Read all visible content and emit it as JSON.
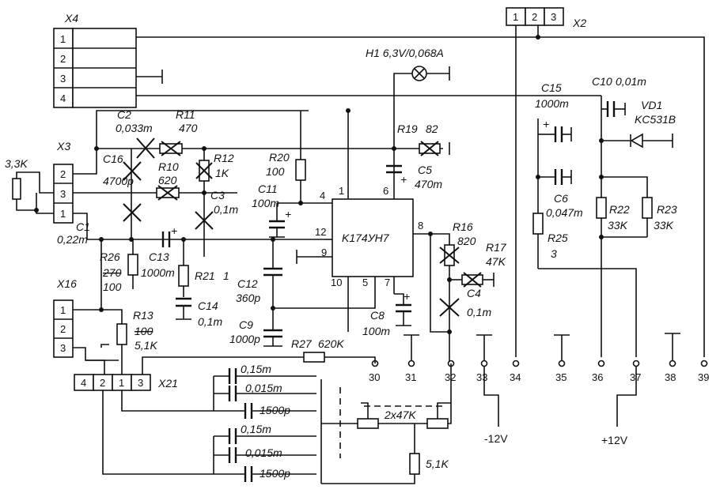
{
  "connectors": {
    "x4": {
      "name": "X4",
      "pins": [
        "1",
        "2",
        "3",
        "4"
      ]
    },
    "x3": {
      "name": "X3",
      "pins": [
        "2",
        "3",
        "1"
      ]
    },
    "x16": {
      "name": "X16",
      "pins": [
        "1",
        "2",
        "3"
      ]
    },
    "x21": {
      "name": "X21",
      "pins": [
        "4",
        "2",
        "1",
        "3"
      ]
    },
    "x2": {
      "name": "X2",
      "pins": [
        "1",
        "2",
        "3"
      ]
    }
  },
  "ic": {
    "name": "K174УН7",
    "pins": {
      "p1": "1",
      "p4": "4",
      "p6": "6",
      "p8": "8",
      "p9": "9",
      "p10": "10",
      "p12": "12",
      "p5": "5",
      "p7": "7"
    }
  },
  "lamp": {
    "label": "H1 6,3V/0,068A"
  },
  "components": {
    "r_ext": "3,3K",
    "c1": "C1",
    "c1_val": "0,22m",
    "c2": "C2",
    "c2_val": "0,033m",
    "r11": "R11",
    "r11_val": "470",
    "c16": "C16",
    "c16_val": "4700p",
    "r10": "R10",
    "r10_val": "620",
    "r12": "R12",
    "r12_val": "1K",
    "c3": "C3",
    "c3_val": "0,1m",
    "r20": "R20",
    "r20_val": "100",
    "c11": "C11",
    "c11_val": "100m",
    "r19": "R19",
    "r19_val": "82",
    "c5": "C5",
    "c5_val": "470m",
    "r26": "R26",
    "r26_val_struck": "270",
    "r26_val": "100",
    "c13": "C13",
    "c13_val": "1000m",
    "r21": "R21",
    "r21_val": "1",
    "c14": "C14",
    "c14_val": "0,1m",
    "c12": "C12",
    "c12_val": "360p",
    "c9": "C9",
    "c9_val": "1000p",
    "r13": "R13",
    "r13_val_struck": "100",
    "r13_val": "5,1K",
    "r27": "R27",
    "r27_val": "620K",
    "c8": "C8",
    "c8_val": "100m",
    "r16": "R16",
    "r16_val": "820",
    "r17": "R17",
    "r17_val": "47K",
    "c4": "C4",
    "c4_val": "0,1m",
    "c15": "C15",
    "c15_val": "1000m",
    "c10": "C10",
    "c10_val": "0,01m",
    "vd1": "VD1",
    "vd1_val": "KC531B",
    "c6": "C6",
    "c6_val": "0,047m",
    "r22": "R22",
    "r22_val": "33K",
    "r23": "R23",
    "r23_val": "33K",
    "r25": "R25",
    "r25_val": "3",
    "pot": "2x47K",
    "r_bottom": "5,1K",
    "sw_caps": [
      "0,15m",
      "0,015m",
      "1500p",
      "0,15m",
      "0,015m",
      "1500p"
    ]
  },
  "terminals": [
    "30",
    "31",
    "32",
    "33",
    "34",
    "35",
    "36",
    "37",
    "38",
    "39"
  ],
  "supplies": {
    "neg": "-12V",
    "pos": "+12V"
  }
}
